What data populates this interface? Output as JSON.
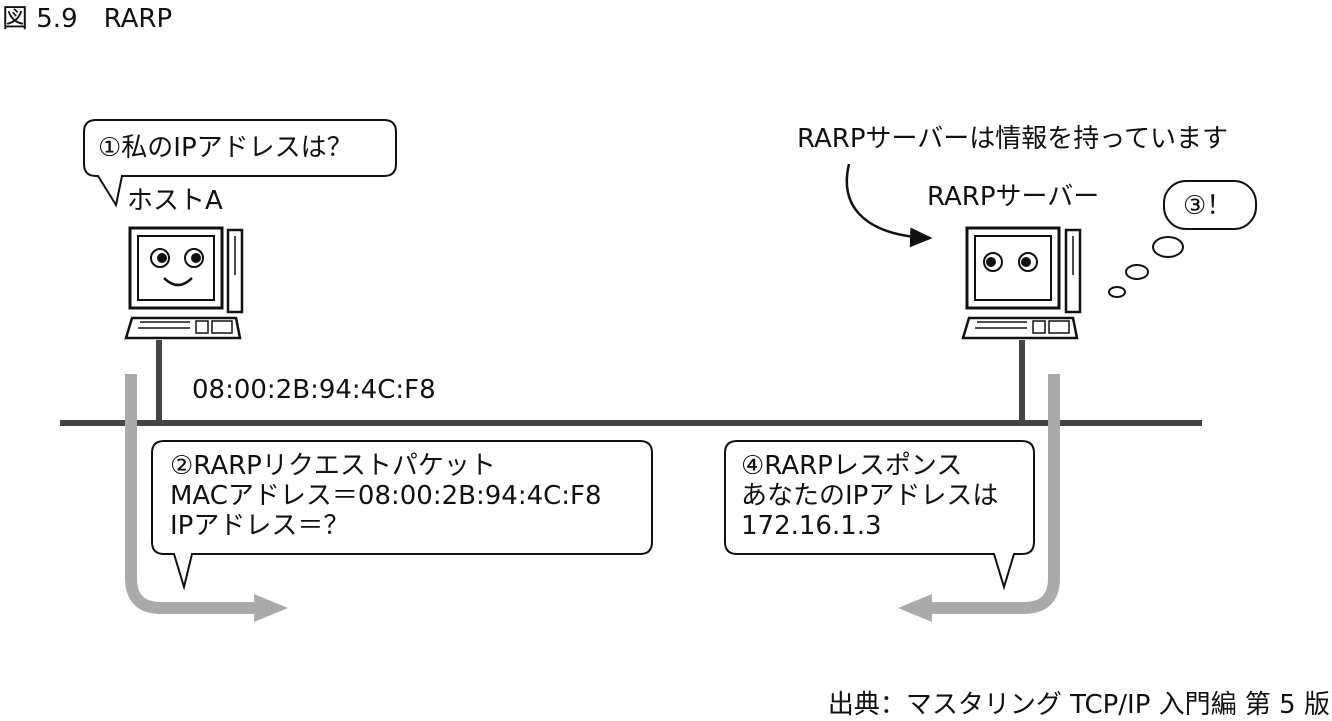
{
  "figure_label": "図 5.9　RARP",
  "host_a": {
    "bubble": "①私のIPアドレスは？",
    "label": "ホストA",
    "mac": "08:00:2B:94:4C:F8"
  },
  "server": {
    "note": "RARPサーバーは情報を持っています",
    "label": "RARPサーバー",
    "thought": "③！"
  },
  "request": {
    "lines": [
      "②RARPリクエストパケット",
      "MACアドレス＝08:00:2B:94:4C:F8",
      "IPアドレス＝？"
    ]
  },
  "response": {
    "lines": [
      "④RARPレスポンス",
      "あなたのIPアドレスは",
      "172.16.1.3"
    ]
  },
  "source": "出典：マスタリング TCP/IP 入門編 第 5 版"
}
